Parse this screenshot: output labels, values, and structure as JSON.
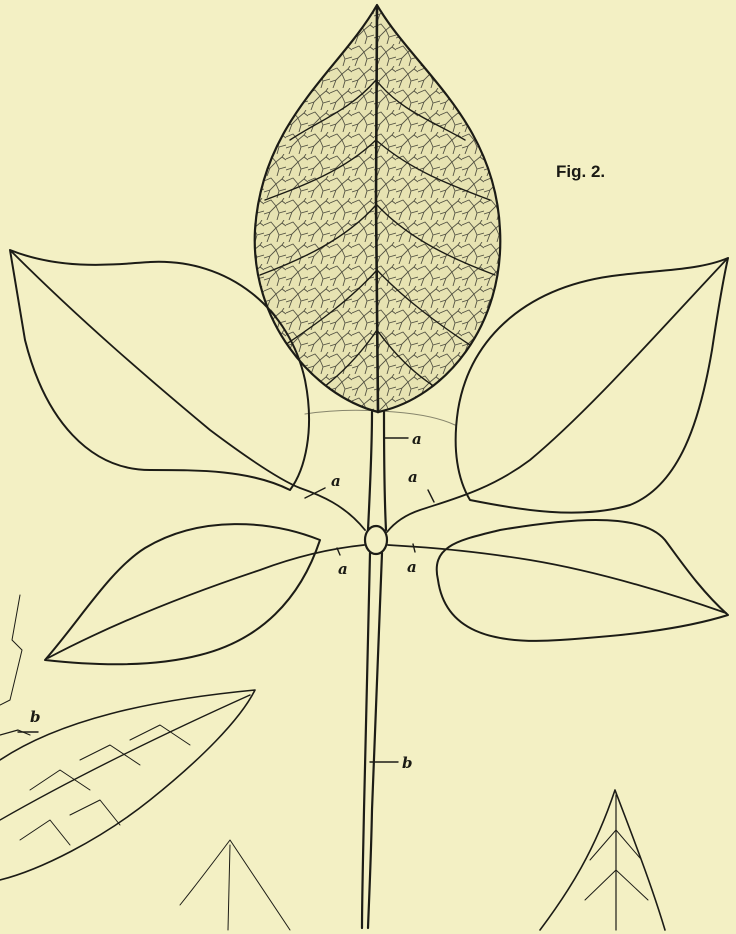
{
  "figure": {
    "caption": "Fig. 2.",
    "labels": {
      "a_top": "a",
      "a_upper_left": "a",
      "a_upper_right": "a",
      "a_lower_left": "a",
      "a_lower_right": "a",
      "b_stalk": "b",
      "b_side": "b"
    }
  },
  "colors": {
    "paper": "#f3f0c4",
    "ink": "#1c1c16"
  }
}
